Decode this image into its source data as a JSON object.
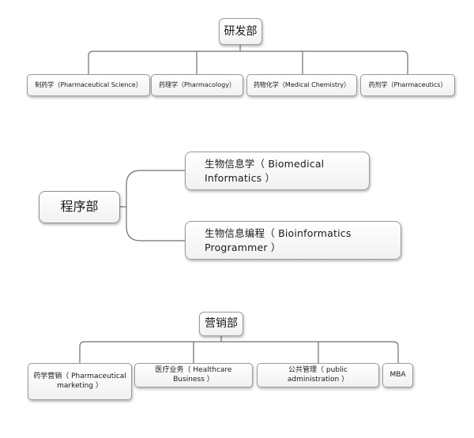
{
  "diagram": {
    "rd": {
      "root": "研发部",
      "children": [
        "制药学（Pharmaceutical Science）",
        "药理学（Pharmacology）",
        "药物化学（Medical Chemistry）",
        "药剂学（Pharmaceutics）"
      ]
    },
    "programs": {
      "root": "程序部",
      "children": [
        "生物信息学（ Biomedical Informatics ）",
        "生物信息编程（ Bioinformatics Programmer ）"
      ]
    },
    "marketing": {
      "root": "营销部",
      "children": [
        "药学营销（ Pharmaceutical marketing ）",
        "医疗业务（ Healthcare Business ）",
        "公共管理（ public administration ）",
        "MBA"
      ]
    }
  }
}
